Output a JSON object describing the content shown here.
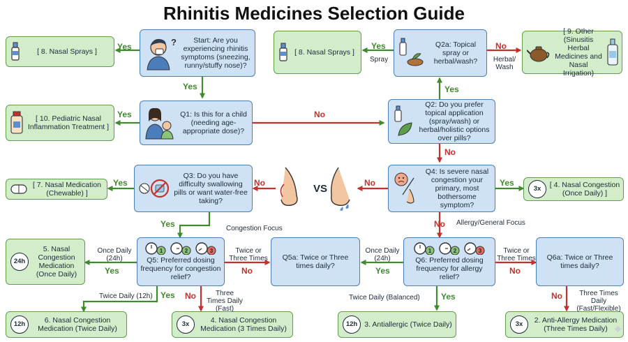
{
  "title": "Rhinitis Medicines Selection Guide",
  "nodes": {
    "start": "Start: Are you experiencing rhinitis symptoms (sneezing, runny/stuffy nose)?",
    "q1": "Q1: Is this for a child (needing age-appropriate dose)?",
    "q2": "Q2: Do you prefer topical application (spray/wash) or herbal/holistic options over pills?",
    "q2a": "Q2a: Topical spray or herbal/wash?",
    "q3": "Q3: Do you have difficulty swallowing pills or want water-free taking?",
    "q4": "Q4: Is severe nasal congestion your primary, most bothersome symptom?",
    "q5": "Q5: Preferred dosing frequency for congestion relief?",
    "q5a": "Q5a: Twice or Three times daily?",
    "q6": "Q6: Preferred dosing frequency for allergy relief?",
    "q6a": "Q6a: Twice or Three times daily?",
    "r8_left": "[ 8. Nasal Sprays ]",
    "r8_mid": "[ 8. Nasal Sprays ]",
    "r9": "[ 9. Other (Sinusitis Herbal Medicines and Nasal Irrigation)",
    "r10": "[ 10. Pediatric Nasal Inflammation Treatment ]",
    "r7": "[ 7. Nasal Medication (Chewable) ]",
    "r4": "[ 4. Nasal Congestion (Once Daily) ]",
    "r5": "5. Nasal Congestion Medication (Once Daily)",
    "r6": "6. Nasal Congestion Medication (Twice Daily)",
    "r4b": "4. Nasal Congestion Medication (3 Times Daily)",
    "r3": "3. Antiallergic (Twice Daily)",
    "r2": "2. Anti-Allergy Medication (Three Times Daily)"
  },
  "badges": {
    "d24": "24h",
    "d12a": "12h",
    "d12b": "12h",
    "x3a": "3x",
    "x3b": "3x",
    "x3c": "3x"
  },
  "clock_numbers": [
    "1",
    "2",
    "3"
  ],
  "vs_text": "VS",
  "edges": {
    "yes": "Yes",
    "no": "No",
    "spray": "Spray",
    "herbal_wash": "Herbal/ Wash",
    "congestion_focus": "Congestion Focus",
    "allergy_focus": "Allergy/General Focus",
    "once_daily_24h": "Once Daily (24h)",
    "twice_or_three": "Twice or Three Times",
    "twice_daily_12h": "Twice Daily (12h)",
    "three_times_fast": "Three Times Daily (Fast)",
    "twice_daily_balanced": "Twice Daily (Balanced)",
    "three_times_fast_flexible": "Three Times Daily (Fast/Flexible)"
  },
  "colors": {
    "yes": "#3e8a2c",
    "no": "#c4302b",
    "question_fill": "#cfe1f5",
    "result_fill": "#d3ecc9"
  }
}
